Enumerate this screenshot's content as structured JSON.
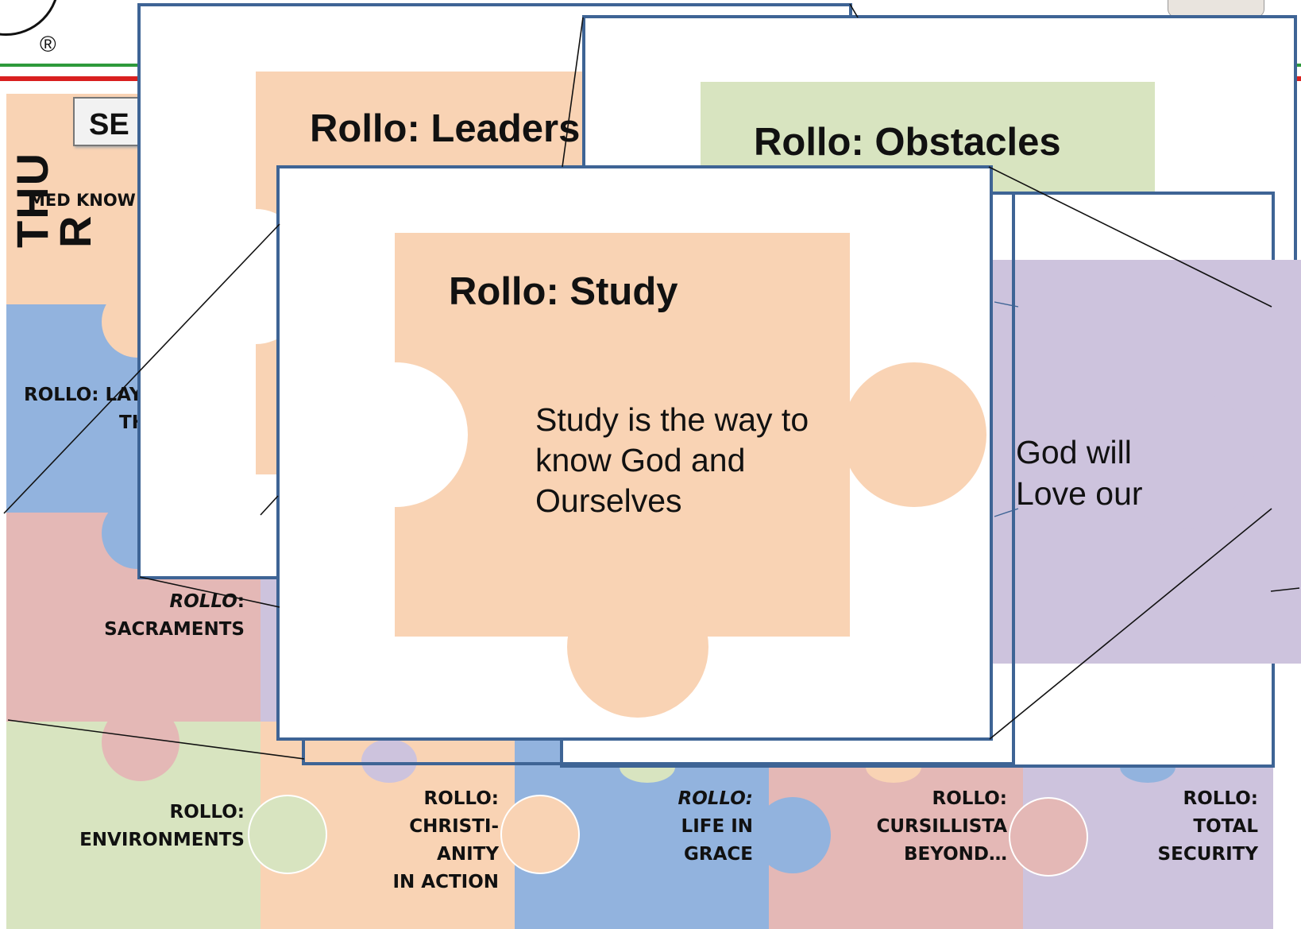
{
  "header": {
    "registered_mark": "®",
    "stripe_colors": [
      "#2e9a3b",
      "#ffffff",
      "#d9201f"
    ]
  },
  "board": {
    "button_label": "SE",
    "day_vertical_text": "THU\nR",
    "row1_partial_text": "MED KNOW",
    "piece_colors": {
      "peach": "#f9d3b4",
      "blue": "#92b3de",
      "pink": "#e4b8b6",
      "green": "#d8e4c0",
      "lavender": "#cdc3dd"
    },
    "labels": {
      "laity": {
        "line1": "ROLLO: LAY",
        "line2": "TH"
      },
      "sacraments": {
        "prefix": "ROLLO",
        "suffix": ":",
        "line2": "SACRAMENTS"
      },
      "environments": {
        "line1": "ROLLO:",
        "line2": "ENVIRONMENTS"
      },
      "christianity": {
        "line1": "ROLLO:",
        "line2": "CHRISTI-",
        "line3": "ANITY",
        "line4": "IN ACTION"
      },
      "life_in_grace": {
        "line1": "ROLLO:",
        "line2": "LIFE IN",
        "line3": "GRACE"
      },
      "cursillista": {
        "line1": "ROLLO:",
        "line2": "CURSILLISTA",
        "line3": "BEYOND…"
      },
      "total_security": {
        "line1": "ROLLO:",
        "line2": "TOTAL",
        "line3": "SECURITY"
      }
    }
  },
  "slides": {
    "leaders": {
      "title": "Rollo: Leaders",
      "fill": "#f9d3b4"
    },
    "obstacles": {
      "title": "Rollo: Obstacles",
      "fill": "#d8e4c0"
    },
    "piety": {
      "body_line1": "God will",
      "body_line2": "Love our",
      "fill": "#cdc3dd"
    },
    "study": {
      "title": "Rollo: Study",
      "body_line1": "Study is the way to",
      "body_line2": "know God and",
      "body_line3": "Ourselves",
      "fill": "#f9d3b4"
    },
    "border_color": "#3e6495"
  }
}
